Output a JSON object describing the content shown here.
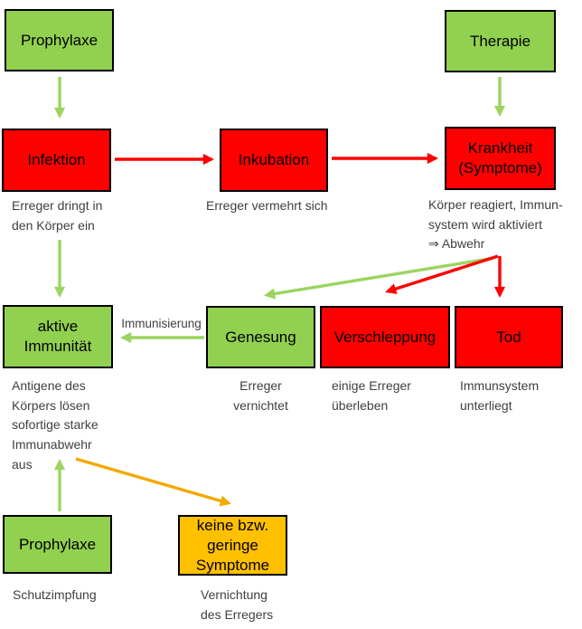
{
  "colors": {
    "box_green": "#92D050",
    "box_red": "#FF0000",
    "box_orange": "#FFC000",
    "box_text": "#000000",
    "arrow_green": "#9CD45F",
    "arrow_red": "#FF0000",
    "arrow_orange": "#F2A900",
    "caption_text": "#3F3F3F"
  },
  "boxes": {
    "prophylaxe_top": "Prophylaxe",
    "therapie": "Therapie",
    "infektion": "Infektion",
    "inkubation": "Inkubation",
    "krankheit": "Krankheit\n(Symptome)",
    "aktive_immunitaet": "aktive\nImmunität",
    "genesung": "Genesung",
    "verschleppung": "Verschleppung",
    "tod": "Tod",
    "prophylaxe_bottom": "Prophylaxe",
    "symptome": "keine bzw.\ngeringe\nSymptome"
  },
  "captions": {
    "infektion": "Erreger dringt in\nden Körper ein",
    "inkubation": "Erreger vermehrt sich",
    "krankheit": "Körper reagiert, Immun-\nsystem wird aktiviert\n⇒ Abwehr",
    "aktive_immunitaet": "Antigene des\nKörpers lösen\nsofortige starke\nImmunabwehr\naus",
    "genesung": "Erreger\nvernichtet",
    "verschleppung": "einige Erreger\nüberleben",
    "tod": "Immunsystem\nunterliegt",
    "prophylaxe_bottom": "Schutzimpfung",
    "symptome": "Vernichtung\ndes Erregers"
  },
  "labels": {
    "immunisierung": "Immunisierung"
  }
}
